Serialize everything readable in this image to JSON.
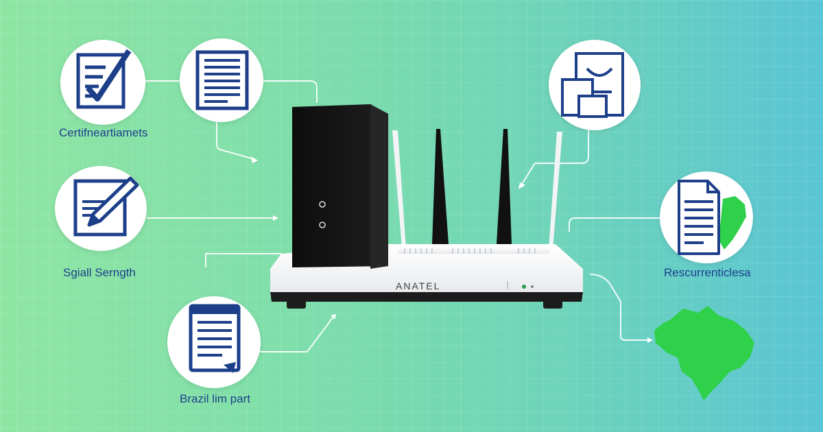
{
  "labels": {
    "certification": "Certifneartiamets",
    "signal": "Sgiall Serngth",
    "import": "Brazil lim part",
    "requirements": "Rescurrenticlesa"
  },
  "router": {
    "brand": "ANATEL"
  },
  "icons": {
    "checklist": "checklist-icon",
    "document": "document-icon",
    "edit": "edit-document-icon",
    "form": "form-document-icon",
    "certificate": "certificate-icon",
    "map_document": "map-document-icon",
    "brazil_map": "brazil-map-icon"
  },
  "colors": {
    "icon_navy": "#1d3f8a",
    "brazil_green": "#2fd04a",
    "background_start": "#8fe6a4",
    "background_end": "#5ac5d4"
  }
}
